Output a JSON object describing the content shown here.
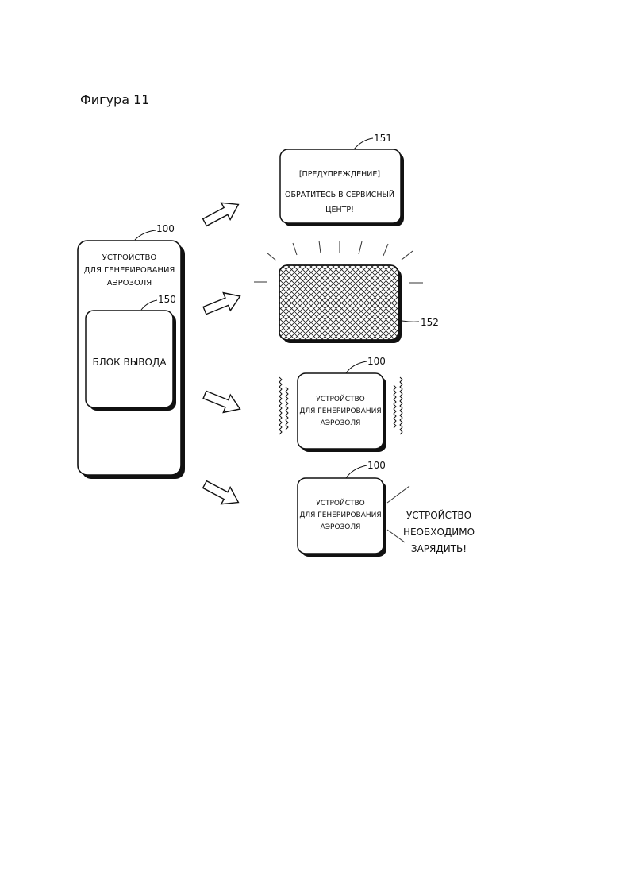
{
  "figure": {
    "title": "Фигура 11"
  },
  "device_main": {
    "ref": "100",
    "label_lines": [
      "УСТРОЙСТВО",
      "ДЛЯ ГЕНЕРИРОВАНИЯ",
      "АЭРОЗОЛЯ"
    ],
    "output_block": {
      "ref": "150",
      "label": "БЛОК ВЫВОДА"
    }
  },
  "outputs": {
    "warning_display": {
      "ref": "151",
      "line1": "[ПРЕДУПРЕЖДЕНИЕ]",
      "line2": "ОБРАТИТЕСЬ В СЕРВИСНЫЙ",
      "line3": "ЦЕНТР!"
    },
    "light_emitter": {
      "ref": "152"
    },
    "vibration_device": {
      "ref": "100",
      "label_lines": [
        "УСТРОЙСТВО",
        "ДЛЯ ГЕНЕРИРОВАНИЯ",
        "АЭРОЗОЛЯ"
      ]
    },
    "sound_device": {
      "ref": "100",
      "label_lines": [
        "УСТРОЙСТВО",
        "ДЛЯ ГЕНЕРИРОВАНИЯ",
        "АЭРОЗОЛЯ"
      ],
      "message_lines": [
        "УСТРОЙСТВО",
        "НЕОБХОДИМО",
        "ЗАРЯДИТЬ!"
      ]
    }
  }
}
